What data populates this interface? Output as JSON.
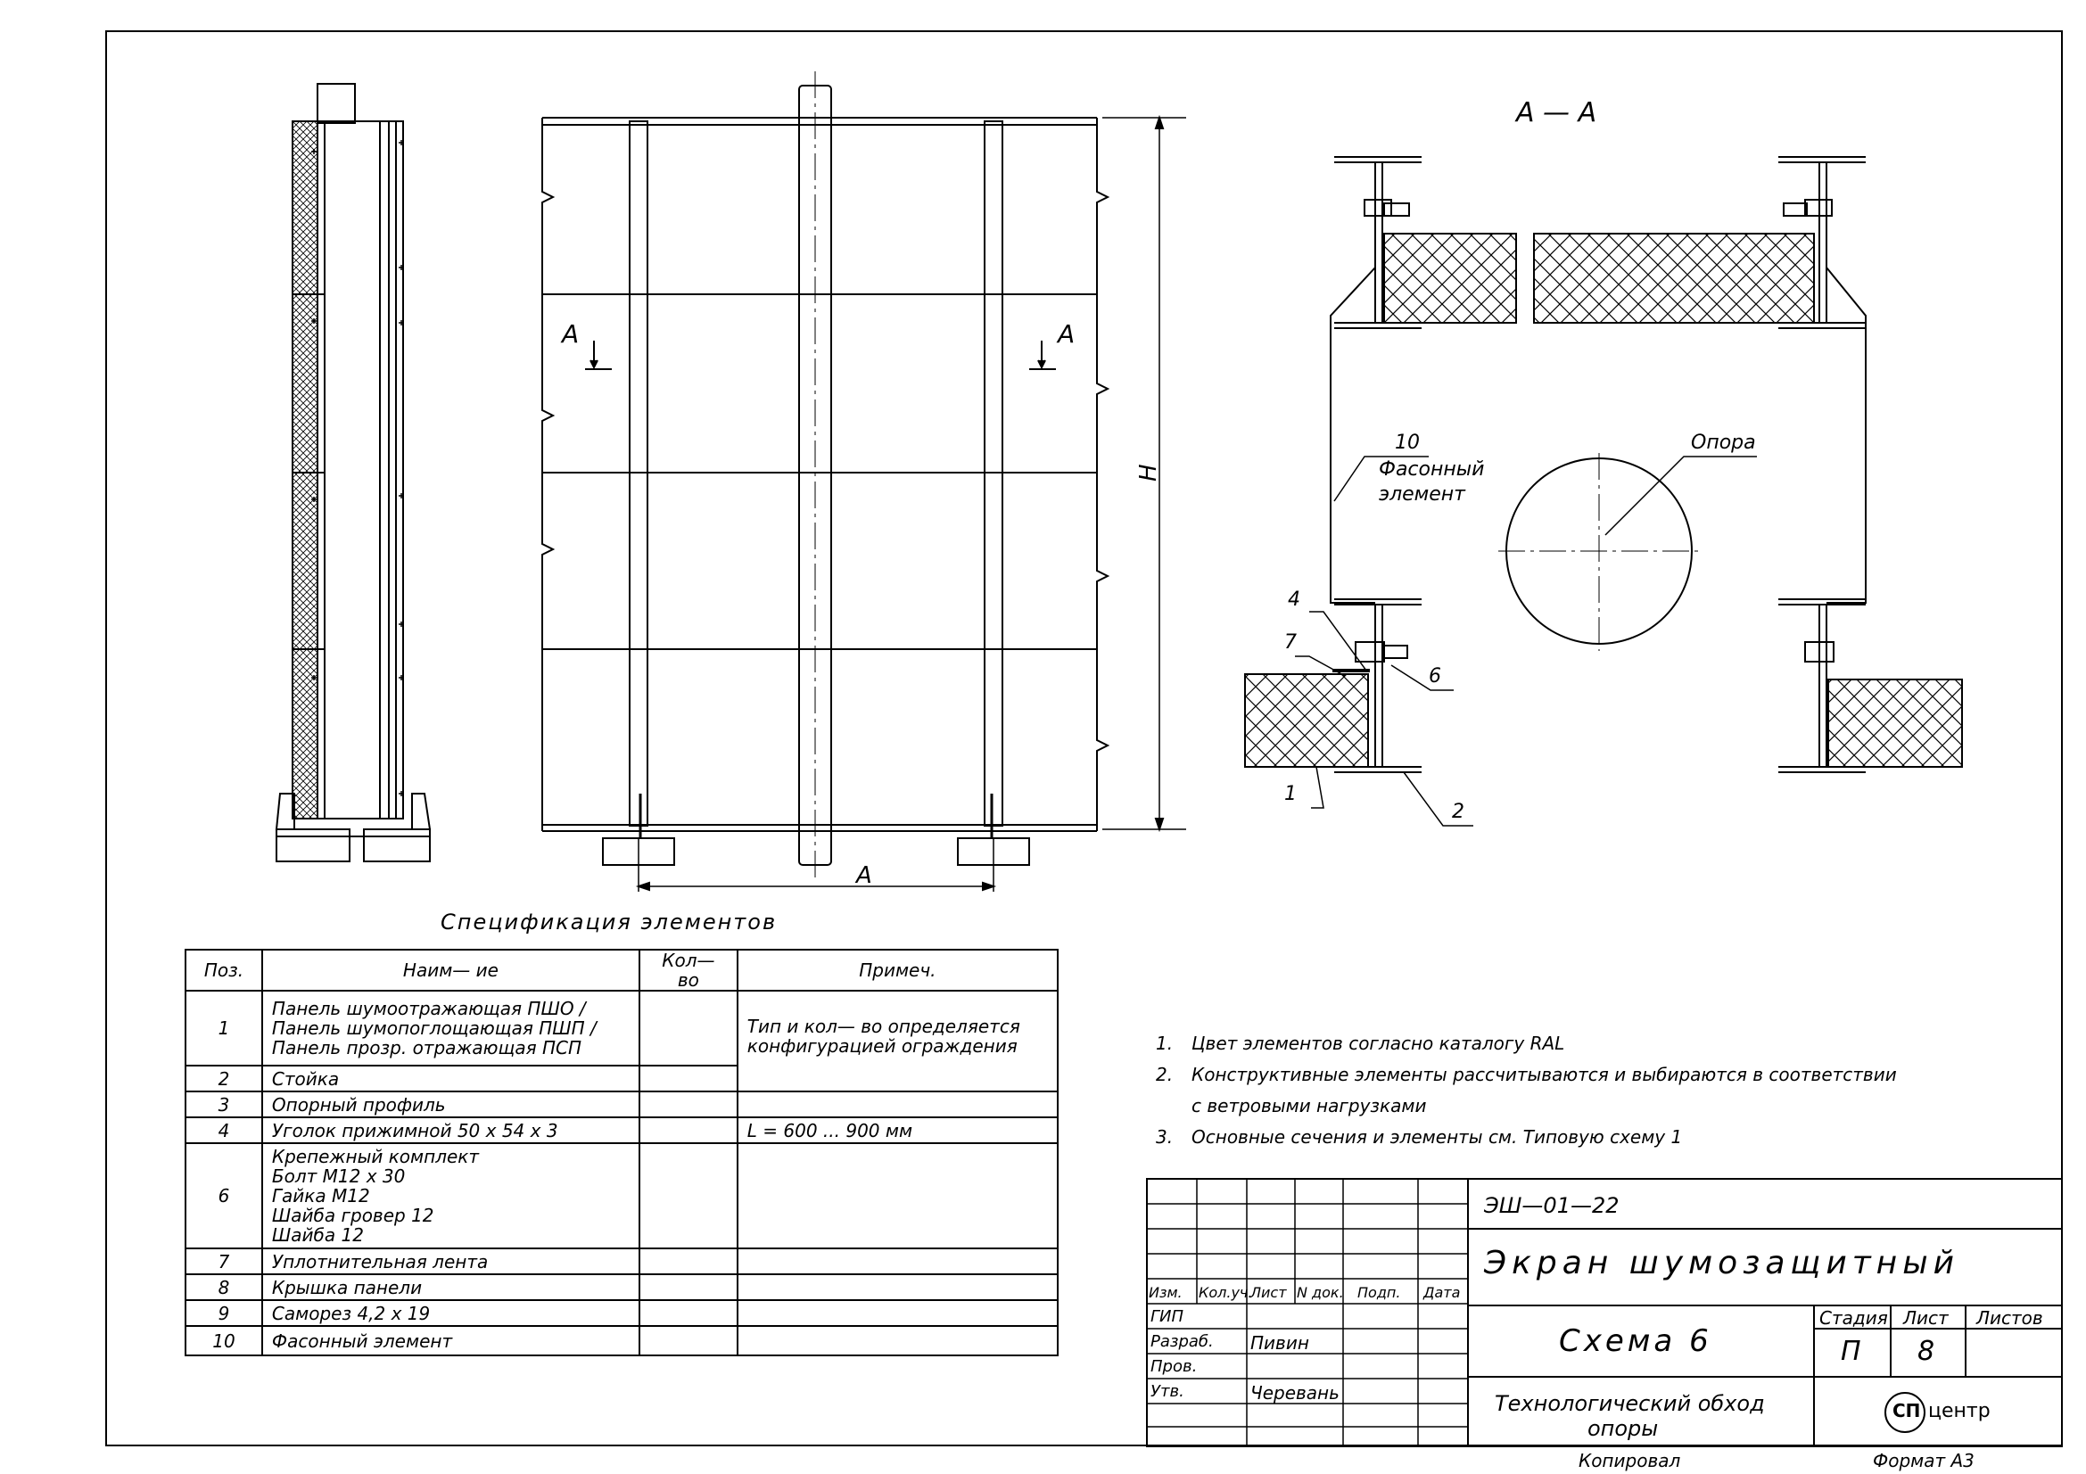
{
  "section_label": "А — А",
  "cut_marks": {
    "left": "А",
    "right": "А"
  },
  "dimensions": {
    "height": "Н",
    "span": "А"
  },
  "callouts": {
    "c10": "10",
    "c10_text": [
      "Фасонный",
      "элемент"
    ],
    "opora": "Опора",
    "c4": "4",
    "c7": "7",
    "c6": "6",
    "c1": "1",
    "c2": "2"
  },
  "spec": {
    "title": "Спецификация элементов",
    "headers": [
      "Поз.",
      "Наим— ие",
      "Кол— во",
      "Примеч."
    ],
    "rows": [
      {
        "pos": "1",
        "name": [
          "Панель шумоотражающая ПШО /",
          "Панель шумопоглощающая ПШП /",
          "Панель прозр. отражающая ПСП"
        ],
        "qty": "",
        "note": [
          "Тип и кол— во определяется",
          "конфигурацией ограждения"
        ]
      },
      {
        "pos": "2",
        "name": [
          "Стойка"
        ],
        "qty": ""
      },
      {
        "pos": "3",
        "name": [
          "Опорный профиль"
        ],
        "qty": "",
        "note": []
      },
      {
        "pos": "4",
        "name": [
          "Уголок прижимной 50 х 54 х 3"
        ],
        "qty": "",
        "note": [
          "L = 600 ... 900 мм"
        ]
      },
      {
        "pos": "6",
        "name": [
          "Крепежный комплект",
          "Болт М12 х 30",
          "Гайка М12",
          "Шайба гровер 12",
          "Шайба 12"
        ],
        "qty": "",
        "note": []
      },
      {
        "pos": "7",
        "name": [
          "Уплотнительная лента"
        ],
        "qty": "",
        "note": []
      },
      {
        "pos": "8",
        "name": [
          "Крышка панели"
        ],
        "qty": "",
        "note": []
      },
      {
        "pos": "9",
        "name": [
          "Саморез 4,2 х 19"
        ],
        "qty": "",
        "note": []
      },
      {
        "pos": "10",
        "name": [
          "Фасонный элемент"
        ],
        "qty": "",
        "note": []
      }
    ]
  },
  "notes": [
    {
      "num": "1.",
      "text": "Цвет элементов согласно каталогу RAL"
    },
    {
      "num": "2.",
      "text": "Конструктивные элементы рассчитываются и выбираются в соответствии"
    },
    {
      "num": "",
      "text": "с ветровыми нагрузками"
    },
    {
      "num": "3.",
      "text": "Основные сечения и элементы см. Типовую схему 1"
    }
  ],
  "title_block": {
    "code": "ЭШ—01—22",
    "name": "Экран шумозащитный",
    "sheet_title": "Схема 6",
    "subtitle": [
      "Технологический обход",
      "опоры"
    ],
    "col_headers": [
      "Изм.",
      "Кол.уч.",
      "Лист",
      "N док.",
      "Подп.",
      "Дата"
    ],
    "roles": [
      "ГИП",
      "Разраб.",
      "Пров.",
      "Утв."
    ],
    "names": {
      "razrab": "Пивин",
      "utv": "Черевань"
    },
    "stage_label": "Стадия",
    "sheet_label": "Лист",
    "sheets_label": "Листов",
    "stage": "П",
    "sheet": "8",
    "logo_text": "СП",
    "logo_suffix": "центр",
    "copied": "Копировал",
    "format": "Формат А3"
  }
}
